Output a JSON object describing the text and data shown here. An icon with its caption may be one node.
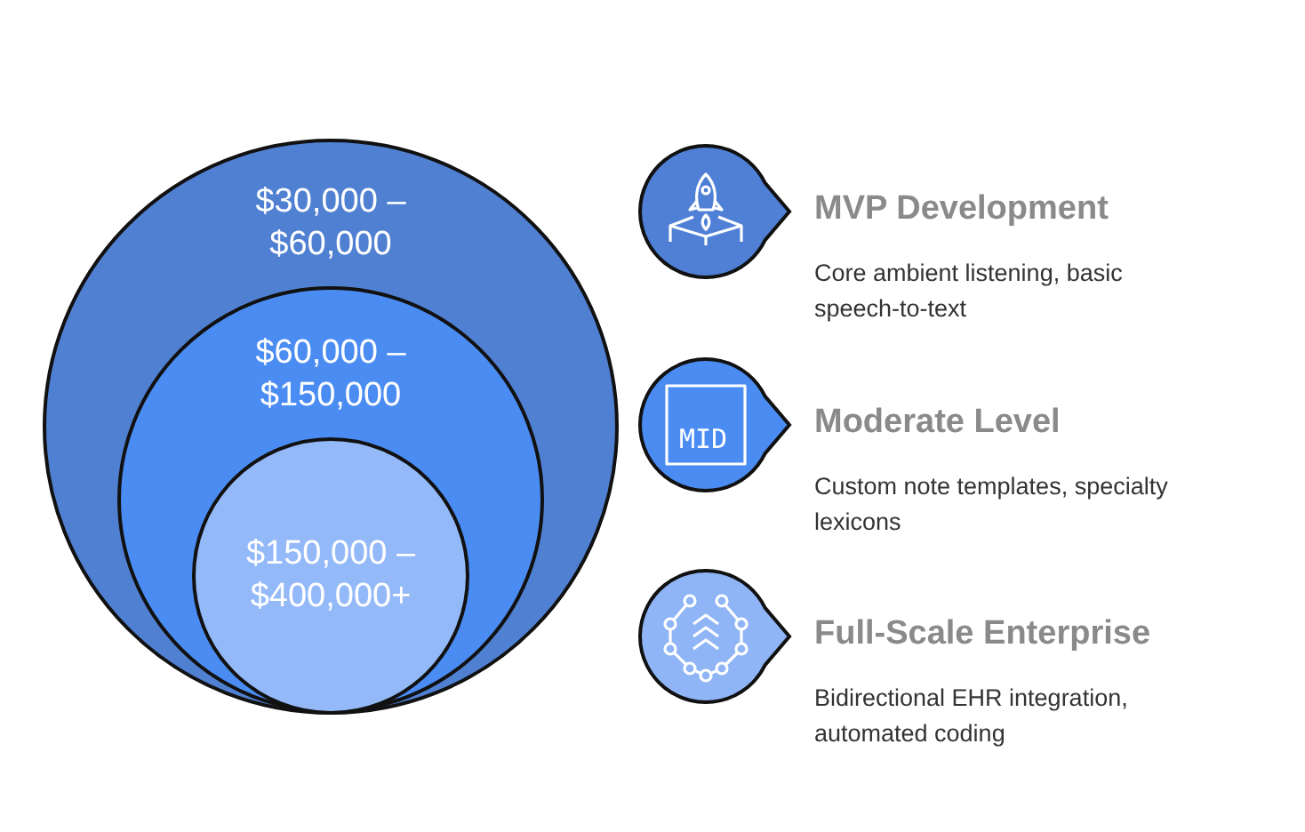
{
  "diagram": {
    "nodes": [
      {
        "text": [
          "$30,000 – $60,000"
        ]
      },
      {
        "text": [
          "$60,000 – $150,000"
        ],
        "in": 0
      },
      {
        "text": [
          "$150,000 – $400,000+"
        ],
        "in": 1
      },
      {
        "text": [
          "MVP Development",
          "Core ambient listening, basic speech-to-text"
        ]
      },
      {
        "text": [
          "Moderate Level",
          "Custom note templates, specialty lexicons"
        ]
      },
      {
        "text": [
          "Full-Scale Enterprise",
          "Bidirectional EHR integration, automated coding"
        ]
      }
    ],
    "edges": [],
    "labels": [
      "MID"
    ]
  }
}
